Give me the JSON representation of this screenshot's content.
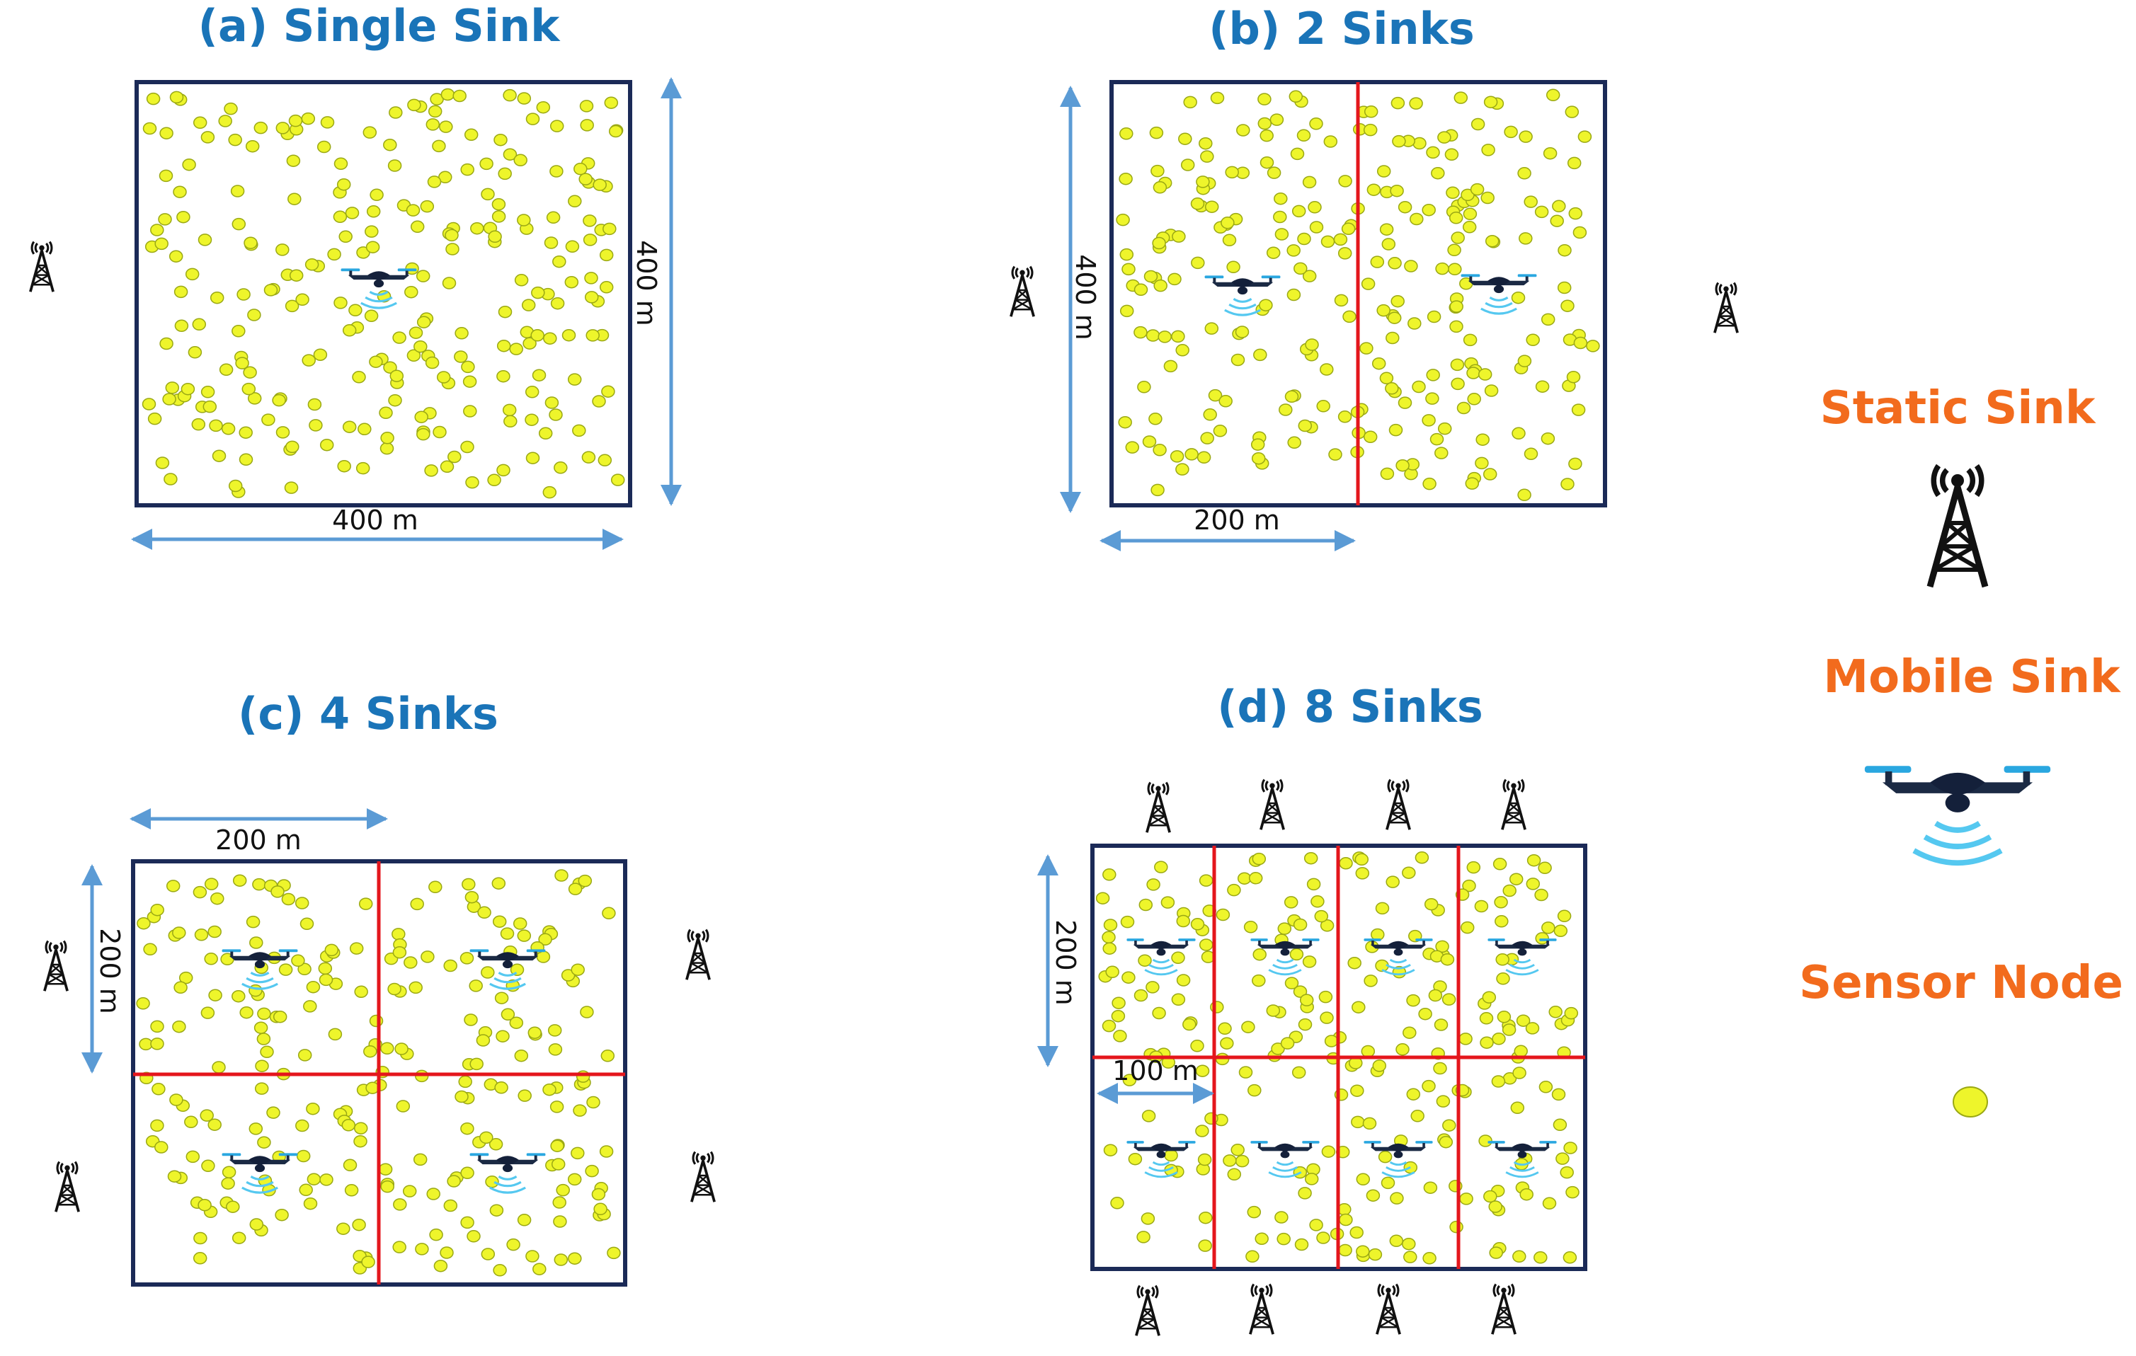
{
  "panels": [
    {
      "id": "a",
      "title": "(a) Single Sink",
      "dims": [
        "400 m",
        "400 m"
      ]
    },
    {
      "id": "b",
      "title": "(b) 2 Sinks",
      "dims": [
        "400 m",
        "200 m"
      ]
    },
    {
      "id": "c",
      "title": "(c) 4 Sinks",
      "dims": [
        "200 m",
        "200 m"
      ]
    },
    {
      "id": "d",
      "title": "(d) 8 Sinks",
      "dims": [
        "200 m",
        "100 m"
      ]
    }
  ],
  "legend": {
    "static_sink": "Static Sink",
    "mobile_sink": "Mobile Sink",
    "sensor_node": "Sensor Node"
  },
  "colors": {
    "title": "#1a74b8",
    "legend": "#f26b1d",
    "field_border": "#1b2a57",
    "divider": "#e4161c",
    "node_fill": "#eef52b",
    "arrow": "#5b9bd5"
  },
  "icons": [
    "static-sink-tower-icon",
    "mobile-sink-drone-icon",
    "sensor-node-icon"
  ]
}
